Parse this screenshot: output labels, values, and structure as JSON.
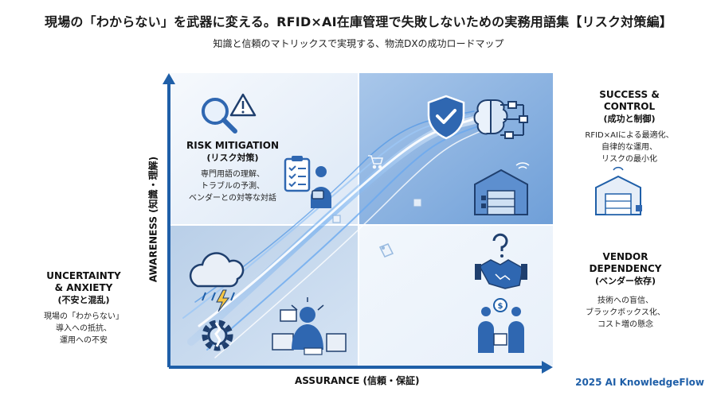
{
  "header": {
    "title": "現場の「わからない」を武器に変える。RFID×AI在庫管理で失敗しないための実務用語集【リスク対策編】",
    "subtitle": "知識と信頼のマトリックスで実現する、物流DXの成功ロードマップ"
  },
  "axes": {
    "y_label": "AWARENESS (知識・理解)",
    "x_label": "ASSURANCE (信頼・保証)"
  },
  "quadrants": {
    "risk_mitigation": {
      "heading": "RISK MITIGATION",
      "subheading": "(リスク対策)",
      "lines": [
        "専門用語の理解、",
        "トラブルの予測、",
        "ベンダーとの対等な対話"
      ]
    },
    "success_control": {
      "heading_lines": [
        "SUCCESS &",
        "CONTROL"
      ],
      "subheading": "(成功と制御)",
      "lines": [
        "RFID×AIによる最適化、",
        "自律的な運用、",
        "リスクの最小化"
      ]
    },
    "uncertainty_anxiety": {
      "heading_lines": [
        "UNCERTAINTY",
        "& ANXIETY"
      ],
      "subheading": "(不安と混乱)",
      "lines": [
        "現場の「わからない」",
        "導入への抵抗、",
        "運用への不安"
      ]
    },
    "vendor_dependency": {
      "heading_lines": [
        "VENDOR",
        "DEPENDENCY"
      ],
      "subheading": "(ベンダー依存)",
      "lines": [
        "技術への盲信、",
        "ブラックボックス化、",
        "コスト増の懸念"
      ]
    }
  },
  "footer": {
    "brand": "2025 AI KnowledgeFlow"
  },
  "colors": {
    "axis": "#1f5fa8",
    "quadrant_fill": "#cfe0f3",
    "quadrant_dark": "#2f67b1",
    "flow": "#3b8be0"
  },
  "icons": [
    "magnifier-warning-icon",
    "clipboard-worker-icon",
    "shield-check-icon",
    "ai-brain-icon",
    "warehouse-icon",
    "storm-cloud-icon",
    "broken-gear-icon",
    "stressed-person-icon",
    "handshake-question-icon",
    "money-people-icon",
    "cart-icon",
    "tag-icon",
    "box-icon"
  ]
}
